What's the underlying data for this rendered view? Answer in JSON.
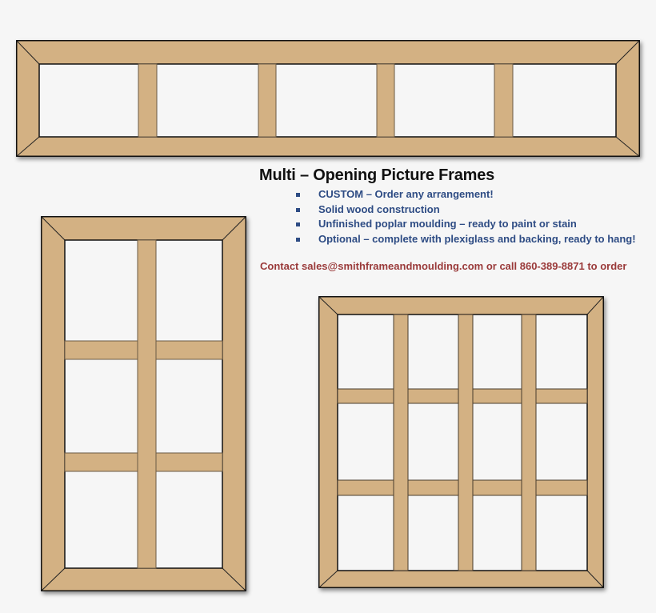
{
  "heading": {
    "title": "Multi – Opening Picture Frames"
  },
  "features": [
    {
      "label": "CUSTOM – Order any arrangement!",
      "bullet_icon": "square-bullet-icon"
    },
    {
      "label": "Solid wood construction",
      "bullet_icon": "square-bullet-icon"
    },
    {
      "label": "Unfinished poplar moulding – ready to paint or stain",
      "bullet_icon": "square-bullet-icon"
    },
    {
      "label": "Optional – complete with plexiglass and backing,  ready to hang!",
      "bullet_icon": "square-bullet-icon"
    }
  ],
  "contact": {
    "text": "Contact sales@smithframeandmoulding.com  or call 860-389-8871 to order",
    "email": "sales@smithframeandmoulding.com",
    "phone": "860-389-8871"
  },
  "colors": {
    "background": "#f6f6f6",
    "wood": "#d3b183",
    "opening": "#f6f6f6",
    "outline": "#111111",
    "title": "#111111",
    "bullet_text": "#2e4c84",
    "contact_text": "#9a3a3a"
  },
  "frames": [
    {
      "name": "five-opening-horizontal-frame",
      "columns": 5,
      "rows": 1,
      "openings": 5
    },
    {
      "name": "six-opening-vertical-frame",
      "columns": 2,
      "rows": 3,
      "openings": 6
    },
    {
      "name": "twelve-opening-grid-frame",
      "columns": 4,
      "rows": 3,
      "openings": 12
    }
  ]
}
